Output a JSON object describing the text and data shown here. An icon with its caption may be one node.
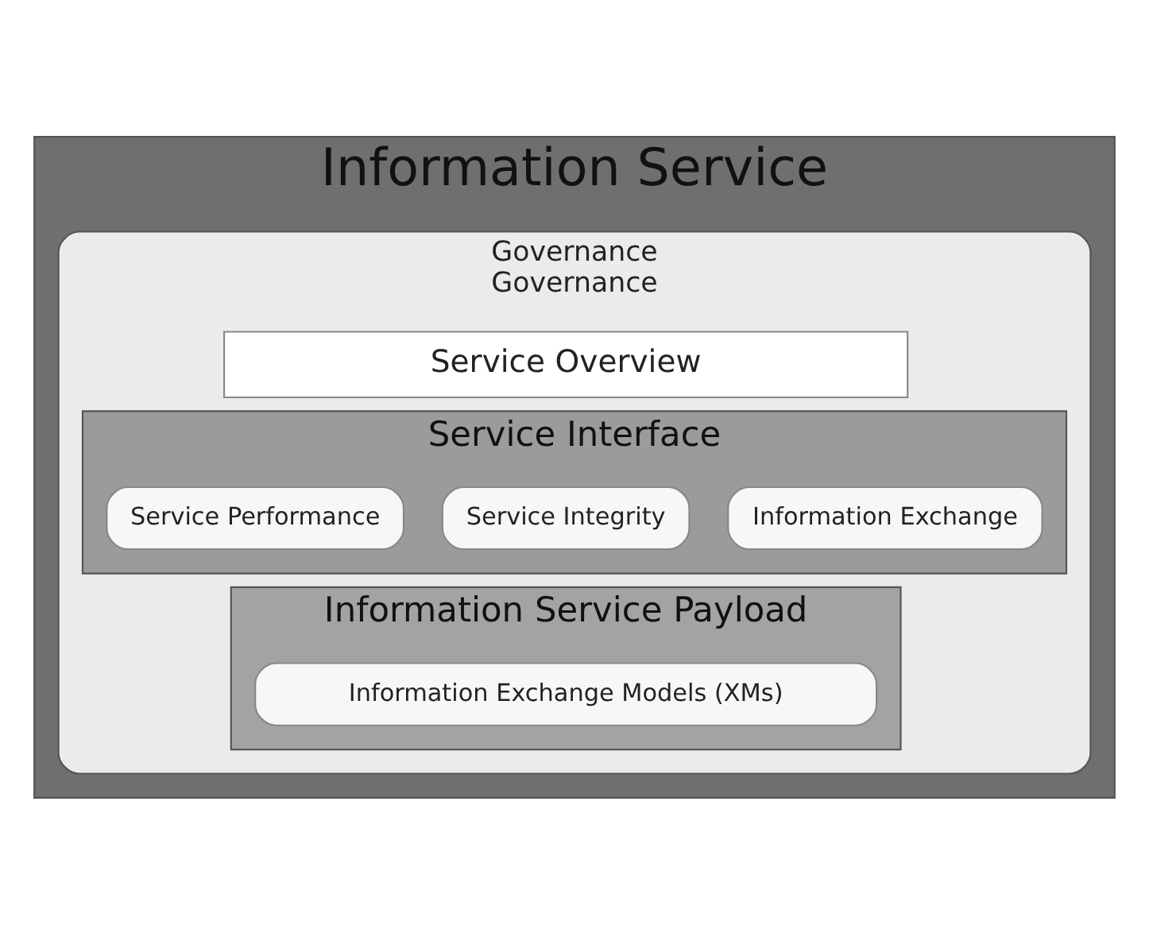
{
  "diagram": {
    "nodes": [
      {
        "text": [
          "Information Service"
        ]
      },
      {
        "text": [
          "Governance",
          "Governance"
        ],
        "in": 0
      },
      {
        "text": [
          "Service Overview"
        ],
        "in": 1
      },
      {
        "text": [
          "Service Interface"
        ],
        "in": 1
      },
      {
        "text": [
          "Information Exchange"
        ],
        "in": 3
      },
      {
        "text": [
          "Service Integrity"
        ],
        "in": 3
      },
      {
        "text": [
          "Service Performance"
        ],
        "in": 3
      },
      {
        "text": [
          "Information Service Payload"
        ],
        "in": 1
      },
      {
        "text": [
          "Information Exchange Models (XMs)"
        ],
        "in": 7
      }
    ]
  }
}
